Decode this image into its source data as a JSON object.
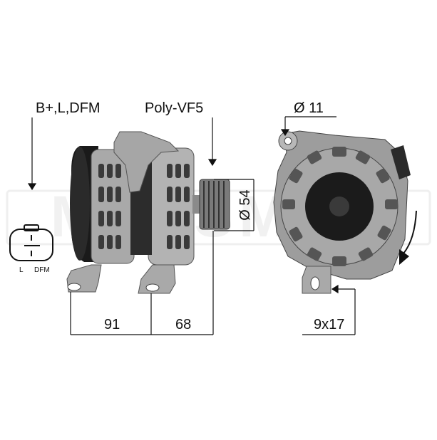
{
  "labels": {
    "connector_pins": "B+,L,DFM",
    "pulley_type": "Poly-VF5",
    "pulley_diameter": "Ø 54",
    "mount_hole_diameter": "Ø 11",
    "dim_left": "91",
    "dim_right": "68",
    "slot_size": "9x17",
    "plug_pin_l": "L",
    "plug_pin_dfm": "DFM"
  },
  "watermark_text": "MESSMER",
  "colors": {
    "line": "#111111",
    "metal_light": "#b9b9b9",
    "metal_mid": "#8a8a8a",
    "metal_dark": "#3c3c3c",
    "black": "#111111",
    "watermark": "#e9e9e9"
  },
  "icons": [
    "alternator-side-view",
    "alternator-front-view",
    "connector-plug-icon",
    "rotation-arrow-icon"
  ]
}
